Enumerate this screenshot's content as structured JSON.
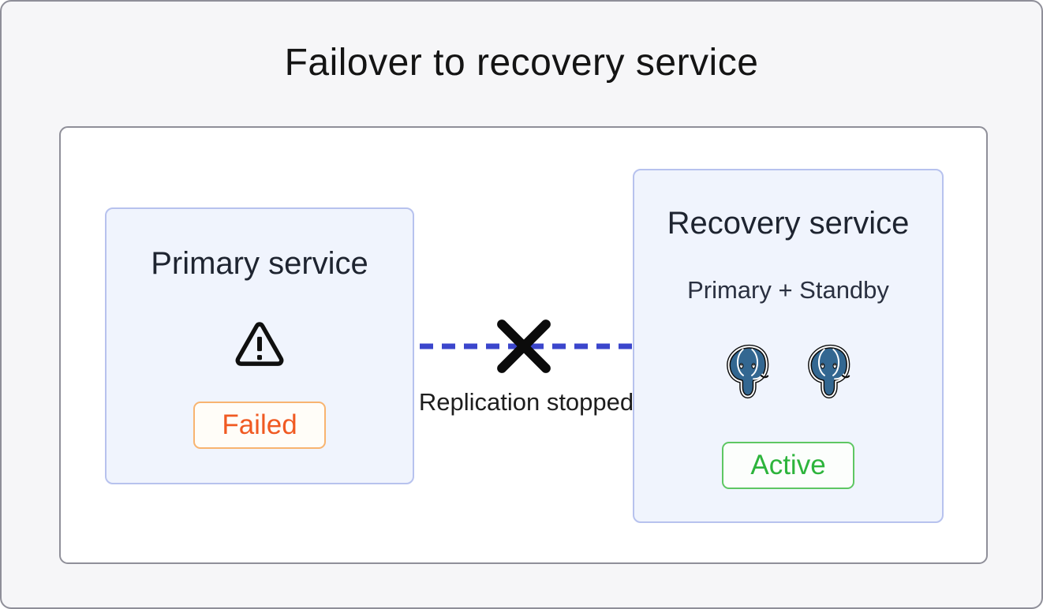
{
  "page": {
    "title": "Failover to recovery service"
  },
  "primary_service": {
    "title": "Primary service",
    "status_label": "Failed",
    "status_icon": "warning-triangle-icon",
    "status_color": "#f05a22"
  },
  "recovery_service": {
    "title": "Recovery service",
    "subtitle": "Primary + Standby",
    "status_label": "Active",
    "status_color": "#2db43c",
    "database_icon": "postgresql-elephant-icon",
    "database_icon_count": 2
  },
  "replication_link": {
    "label": "Replication stopped",
    "line_style": "dashed",
    "line_color": "#3b46cc",
    "break_icon": "x-cross-icon"
  },
  "colors": {
    "page_background": "#f6f6f8",
    "box_background": "#f0f4fd",
    "box_border": "#b7c2ee",
    "postgres_blue": "#336791",
    "failed_orange": "#f05a22",
    "active_green": "#2db43c",
    "link_blue": "#3b46cc"
  }
}
